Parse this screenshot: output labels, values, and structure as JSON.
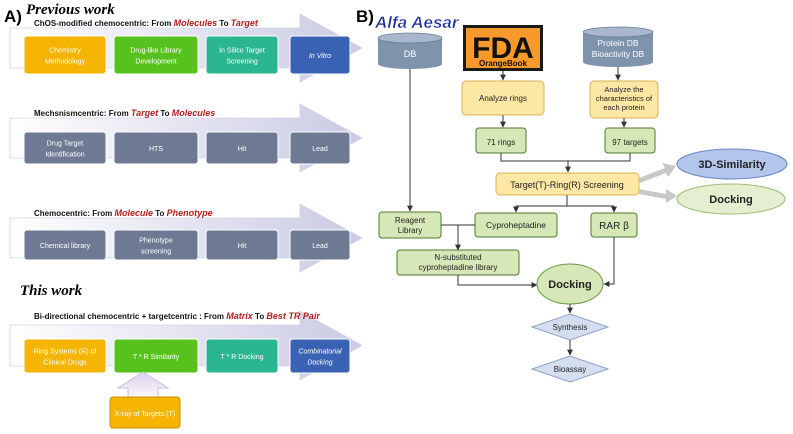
{
  "panel_a": {
    "label": "A)",
    "previous_title": "Previous work",
    "this_title": "This work",
    "rows": [
      {
        "heading_prefix": "ChOS-modified chemocentric: From ",
        "heading_a": "Molecules",
        "heading_mid": " To ",
        "heading_b": "Target",
        "boxes": [
          {
            "lines": [
              "Chemistry",
              "Methodology"
            ],
            "italic": false
          },
          {
            "lines": [
              "Drug-like Library",
              "Development"
            ],
            "italic": false
          },
          {
            "lines": [
              "In Silico Target",
              "Screening"
            ],
            "italic": false
          },
          {
            "lines": [
              "In Vitro"
            ],
            "italic": true
          }
        ]
      },
      {
        "heading_prefix": "Mechsnismcentric: From ",
        "heading_a": "Target",
        "heading_mid": " To ",
        "heading_b": "Molecules",
        "boxes": [
          {
            "lines": [
              "Drug Target",
              "Identification"
            ],
            "italic": false
          },
          {
            "lines": [
              "HTS"
            ],
            "italic": false
          },
          {
            "lines": [
              "Hit"
            ],
            "italic": false
          },
          {
            "lines": [
              "Lead"
            ],
            "italic": false
          }
        ]
      },
      {
        "heading_prefix": "Chemocentric: From ",
        "heading_a": "Molecule",
        "heading_mid": " To ",
        "heading_b": "Phenotype",
        "boxes": [
          {
            "lines": [
              "Chemical library"
            ],
            "italic": false
          },
          {
            "lines": [
              "Phenotype",
              "screening"
            ],
            "italic": false
          },
          {
            "lines": [
              "Hit"
            ],
            "italic": false
          },
          {
            "lines": [
              "Lead"
            ],
            "italic": false
          }
        ]
      },
      {
        "heading_prefix": "Bi-directional chemocentric + targetcentric : From ",
        "heading_a": "Matrix",
        "heading_mid": " To ",
        "heading_b": "Best TR Pair",
        "boxes": [
          {
            "lines": [
              "Ring Systems (R) of",
              "Clinical Drugs"
            ],
            "italic": false
          },
          {
            "lines": [
              "T * R Similarity"
            ],
            "italic": false
          },
          {
            "lines": [
              "T * R Docking"
            ],
            "italic": false
          },
          {
            "lines": [
              "Combinatorial",
              "Docking"
            ],
            "italic": true
          }
        ]
      }
    ],
    "xray_lines": [
      "X-ray of Targets (T)"
    ]
  },
  "panel_b": {
    "label": "B)",
    "alfa_aesar": "Alfa Aesar",
    "db1": "DB",
    "fda_big": "FDA",
    "fda_small": "OrangeBook",
    "db2_lines": [
      "Protein DB",
      "Bioactivity DB"
    ],
    "analyze_rings": "Analyze rings",
    "analyze_protein_lines": [
      "Analyze the",
      "characteristics of",
      "each protein"
    ],
    "rings_count": "71 rings",
    "targets_count": "97 targets",
    "screening": "Target(T)-Ring(R) Screening",
    "similarity_3d": "3D-Similarity",
    "docking_side": "Docking",
    "reagent_lines": [
      "Reagent",
      "Library"
    ],
    "cyproheptadine": "Cyproheptadine",
    "rar": "RAR β",
    "nsub_lines": [
      "N-substituted",
      "cyproheptadine library"
    ],
    "docking_main": "Docking",
    "synthesis": "Synthesis",
    "bioassay": "Bioassay"
  },
  "colors": {
    "orange": "#f5b400",
    "green": "#57c21e",
    "teal": "#2ab690",
    "blue": "#3a62b4",
    "gray_box": "#6e7a93",
    "red_text": "#b0201f",
    "yellow_box": "#fde7a4",
    "light_green_box": "#d6e8b8",
    "cyl": "#7f93ad",
    "fda_orange": "#f79a2b",
    "oval_blue": "#b2c6ec",
    "oval_green": "#e4efd2",
    "diamond": "#d3dfef"
  }
}
